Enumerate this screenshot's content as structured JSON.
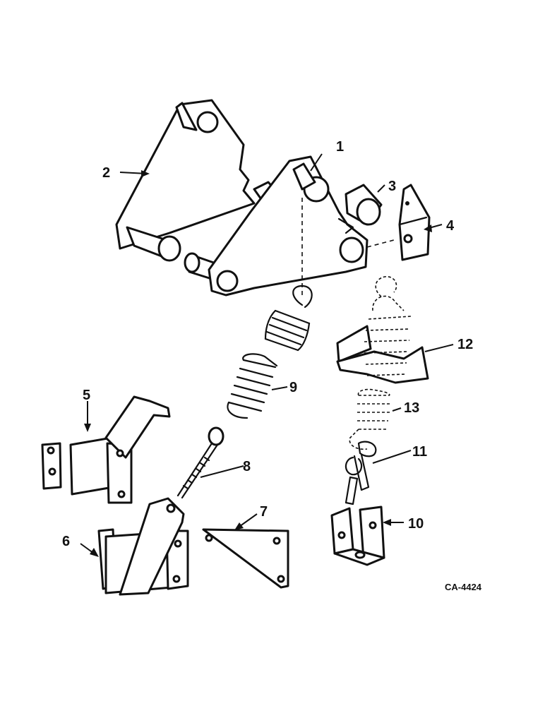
{
  "parts": [
    {
      "key": "p1",
      "callout": "1"
    },
    {
      "key": "p2",
      "callout": "2"
    },
    {
      "key": "p3",
      "callout": "3"
    },
    {
      "key": "p4",
      "callout": "4"
    },
    {
      "key": "p5",
      "callout": "5"
    },
    {
      "key": "p6",
      "callout": "6"
    },
    {
      "key": "p7",
      "callout": "7"
    },
    {
      "key": "p8",
      "callout": "8"
    },
    {
      "key": "p9",
      "callout": "9"
    },
    {
      "key": "p10",
      "callout": "10"
    },
    {
      "key": "p11",
      "callout": "11"
    },
    {
      "key": "p12",
      "callout": "12"
    },
    {
      "key": "p13",
      "callout": "13"
    }
  ],
  "drawing_code": "CA-4424"
}
